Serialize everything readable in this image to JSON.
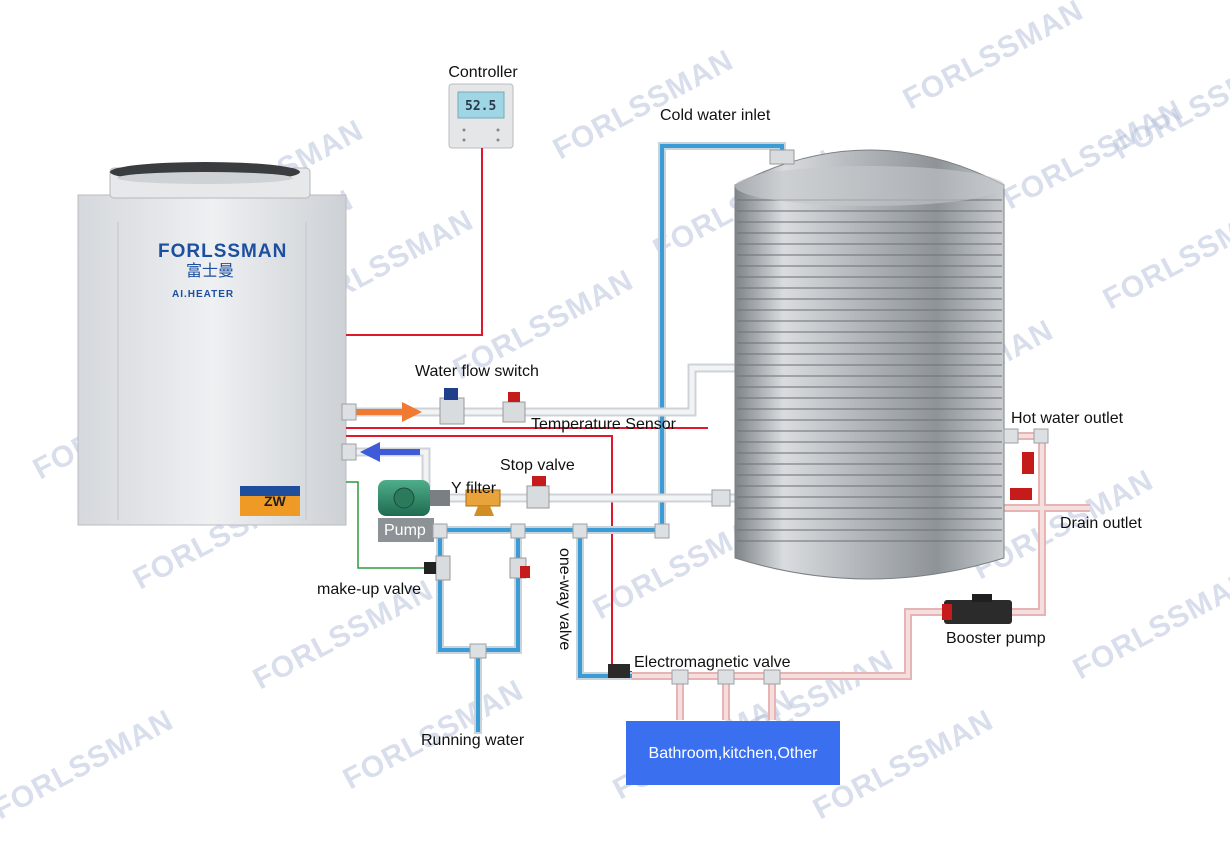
{
  "colors": {
    "cold_pipe": "#3a9bd5",
    "hot_pipe": "#f2c4c4",
    "signal_red": "#e0182d",
    "signal_green": "#2f9a3a",
    "tank": "#a8adb2",
    "box_blue": "#3a6ff0",
    "watermark": "#b9c4dc"
  },
  "heat_pump": {
    "brand": "FORLSSMAN",
    "brand_cn": "富士曼",
    "model": "AI.HEATER",
    "badge": "ZW"
  },
  "controller": {
    "label": "Controller",
    "display": "52.5"
  },
  "labels": {
    "cold_water_inlet": "Cold water inlet",
    "water_flow_switch": "Water flow switch",
    "temperature_sensor": "Temperature Sensor",
    "stop_valve": "Stop valve",
    "y_filter": "Y filter",
    "pump": "Pump",
    "make_up_valve": "make-up valve",
    "one_way_valve": "one-way valve",
    "running_water": "Running water",
    "electromagnetic_valve": "Electromagnetic valve",
    "hot_water_outlet": "Hot water outlet",
    "drain_outlet": "Drain outlet",
    "booster_pump": "Booster pump"
  },
  "consumer_box": {
    "label": "Bathroom,kitchen,Other"
  },
  "watermark": {
    "text": "FORLSSMAN"
  }
}
